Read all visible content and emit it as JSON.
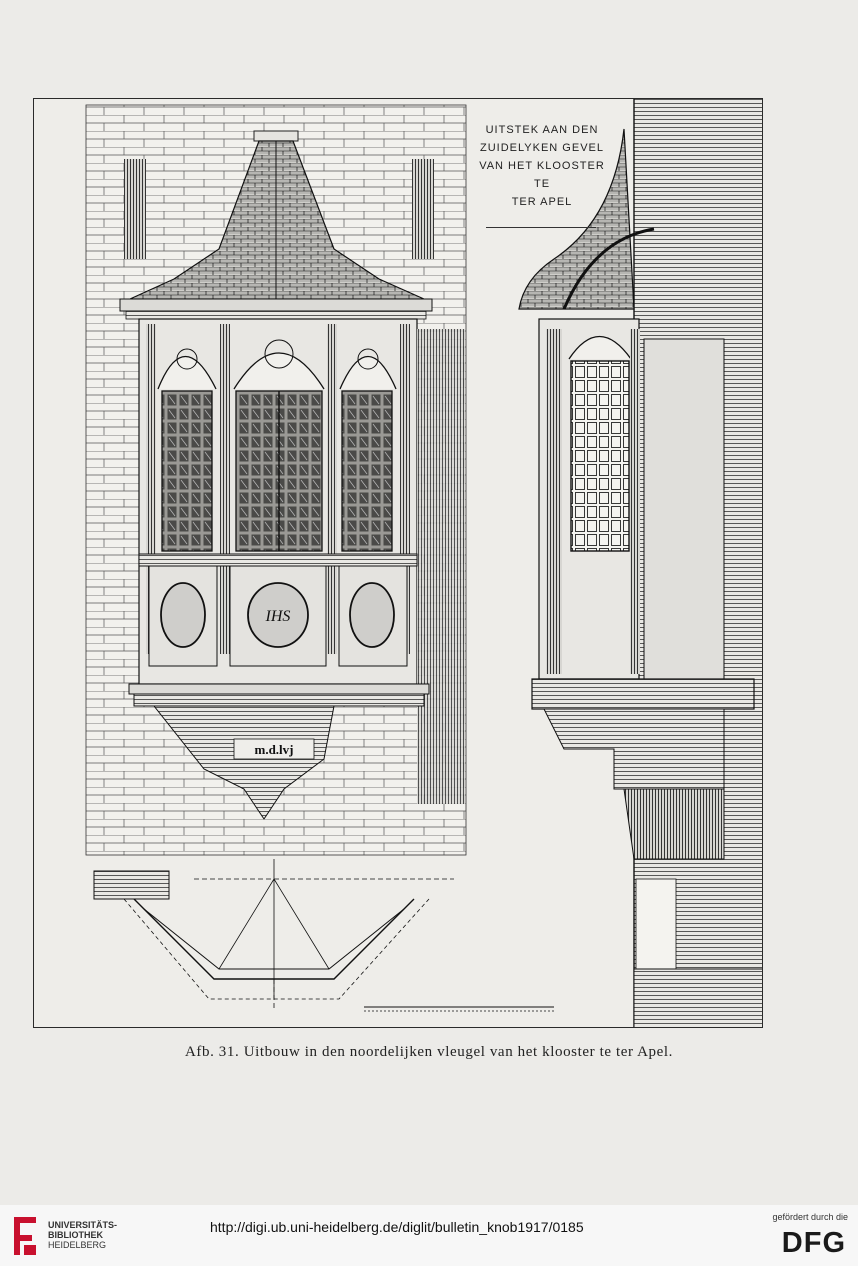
{
  "plate": {
    "title_lines": [
      "UITSTEK AAN DEN",
      "ZUIDELYKEN GEVEL",
      "VAN HET KLOOSTER",
      "TE",
      "TER APEL"
    ],
    "inscription": "m.d.lvj",
    "monogram": "IHS"
  },
  "caption": "Afb. 31. Uitbouw in den noordelijken vleugel van het klooster te ter Apel.",
  "footer": {
    "library_line1": "UNIVERSITÄTS-",
    "library_line2": "BIBLIOTHEK",
    "library_line3": "HEIDELBERG",
    "url": "http://digi.ub.uni-heidelberg.de/diglit/bulletin_knob1917/0185",
    "funding_note": "gefördert durch die",
    "funder": "DFG"
  },
  "colors": {
    "paper": "#ecebe8",
    "ink": "#1d1d1d",
    "library_red": "#c8102e"
  }
}
